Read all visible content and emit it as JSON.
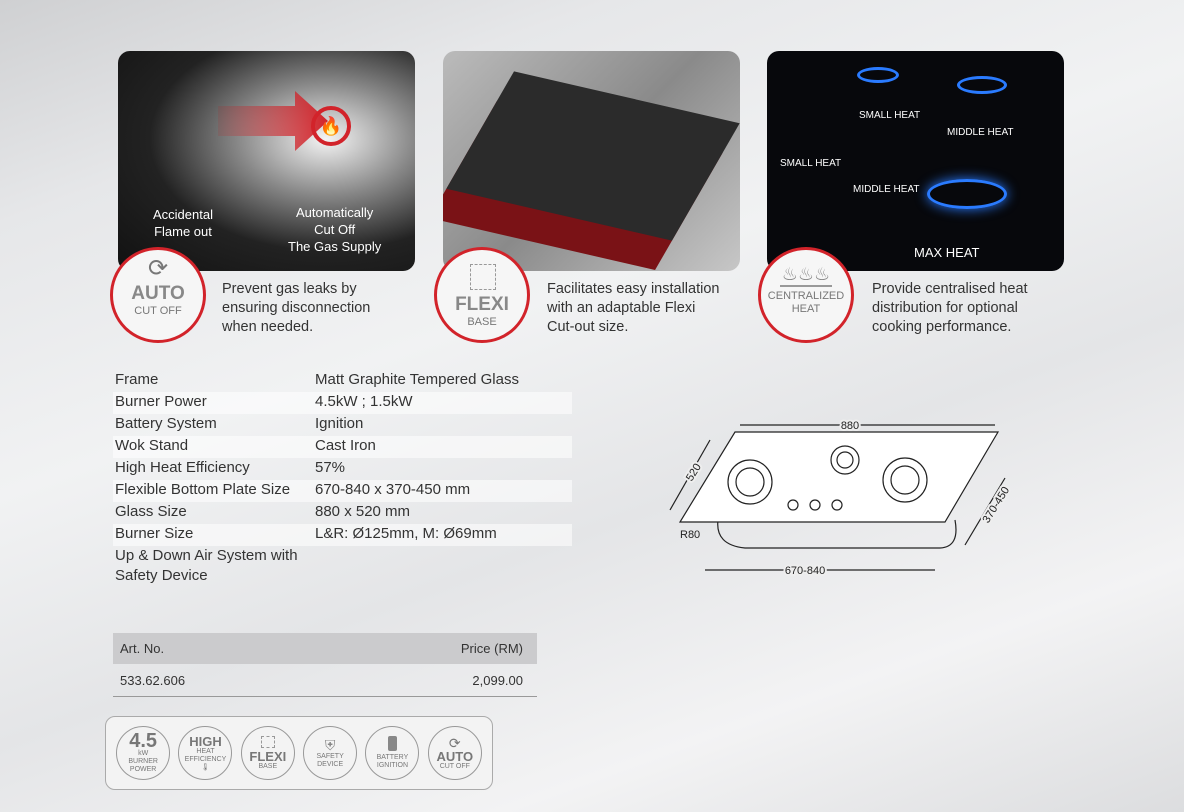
{
  "features": [
    {
      "captions": [
        "Accidental\nFlame out",
        "Automatically\nCut Off\nThe Gas Supply"
      ],
      "badge_big": "AUTO",
      "badge_small": "CUT OFF",
      "icon": "auto-cutoff-icon",
      "description": "Prevent gas leaks by ensuring disconnection when needed."
    },
    {
      "badge_big": "FLEXI",
      "badge_small": "BASE",
      "icon": "flexi-base-icon",
      "description": "Facilitates easy installation with an adaptable Flexi Cut-out size."
    },
    {
      "labels": [
        "SMALL HEAT",
        "MIDDLE HEAT",
        "SMALL HEAT",
        "MIDDLE HEAT",
        "MAX HEAT"
      ],
      "badge_big": "",
      "badge_small": "CENTRALIZED\nHEAT",
      "icon": "flames-icon",
      "description": "Provide centralised heat distribution for optional cooking performance."
    }
  ],
  "specs": [
    [
      "Frame",
      "Matt Graphite Tempered Glass"
    ],
    [
      "Burner Power",
      "4.5kW ; 1.5kW"
    ],
    [
      "Battery System",
      "Ignition"
    ],
    [
      "Wok Stand",
      "Cast Iron"
    ],
    [
      "High Heat Efficiency",
      "57%"
    ],
    [
      "Flexible Bottom Plate Size",
      "670-840 x 370-450 mm"
    ],
    [
      "Glass Size",
      "880 x 520 mm"
    ],
    [
      "Burner Size",
      "L&R: Ø125mm, M: Ø69mm"
    ],
    [
      "Up & Down Air System with Safety Device",
      ""
    ]
  ],
  "diagram": {
    "width": "880",
    "depth": "520",
    "radius": "R80",
    "cut_width": "670-840",
    "cut_depth": "370-450"
  },
  "price_table": {
    "headers": [
      "Art. No.",
      "Price (RM)"
    ],
    "rows": [
      [
        "533.62.606",
        "2,099.00"
      ]
    ]
  },
  "badges": [
    {
      "big": "4.5",
      "small": "kW\nBURNER\nPOWER"
    },
    {
      "big": "HIGH",
      "small": "HEAT\nEFFICIENCY"
    },
    {
      "big": "FLEXI",
      "small": "BASE"
    },
    {
      "big": "",
      "small": "SAFETY\nDEVICE"
    },
    {
      "big": "",
      "small": "BATTERY\nIGNITION"
    },
    {
      "big": "AUTO",
      "small": "CUT OFF"
    }
  ],
  "colors": {
    "accent": "#d2232a"
  }
}
